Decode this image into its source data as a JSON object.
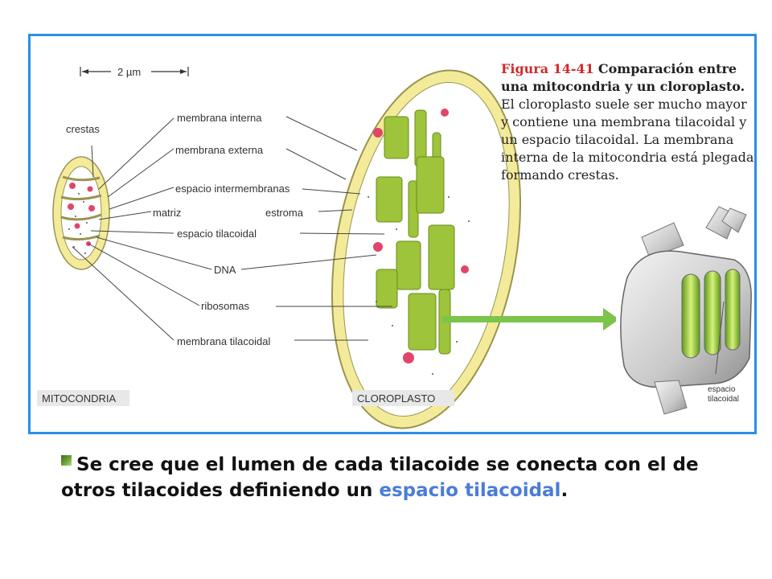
{
  "scale": {
    "label": "2 µm"
  },
  "labels": {
    "crestas": "crestas",
    "membrana_interna": "membrana interna",
    "membrana_externa": "membrana externa",
    "espacio_intermembranas": "espacio intermembranas",
    "matriz": "matriz",
    "estroma": "estroma",
    "espacio_tilacoidal": "espacio tilacoidal",
    "dna": "DNA",
    "ribosomas": "ribosomas",
    "membrana_tilacoidal": "membrana tilacoidal"
  },
  "panels": {
    "mitocondria": "MITOCONDRIA",
    "cloroplasto": "CLOROPLASTO"
  },
  "caption": {
    "figure": "Figura 14-41",
    "lead": "Comparación entre una mitocondria y un cloroplasto.",
    "body": "El cloroplasto suele ser mucho mayor y contiene una membrana tilacoidal y un espacio tilacoidal. La membrana interna de la mitocondria está plegada formando crestas."
  },
  "thylakoid_3d": {
    "label_line1": "espacio",
    "label_line2": "tilacoidal"
  },
  "bullet": {
    "text": "Se cree que el lumen de cada tilacoide se conecta con el de otros tilacoides definiendo un ",
    "highlight": "espacio tilacoidal",
    "end": "."
  },
  "colors": {
    "frame_border": "#2a8ee8",
    "membrane_yellow": "#f3eb9a",
    "thylakoid_green": "#9dc43a",
    "dna_red": "#e0466a",
    "arrow_green": "#7cc44a",
    "highlight_text": "#4a7dd6"
  }
}
